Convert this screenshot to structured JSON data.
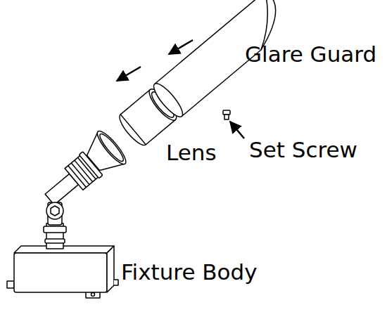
{
  "diagram": {
    "labels": [
      "Glare Guard",
      "Lens",
      "Set Screw",
      "Fixture Body"
    ]
  }
}
